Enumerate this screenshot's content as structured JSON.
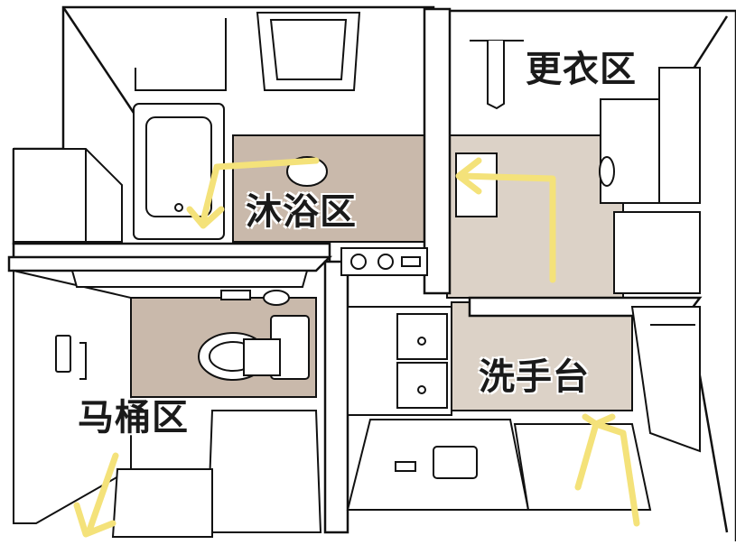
{
  "zones": {
    "dressing": {
      "label": "更衣区"
    },
    "shower": {
      "label": "沐浴区"
    },
    "sink": {
      "label": "洗手台"
    },
    "toilet": {
      "label": "马桶区"
    }
  },
  "colors": {
    "floor": "#c9b9ab",
    "floor_light": "#dcd2c7",
    "line": "#111111",
    "arrow": "#f4e27a",
    "background": "#ffffff"
  }
}
